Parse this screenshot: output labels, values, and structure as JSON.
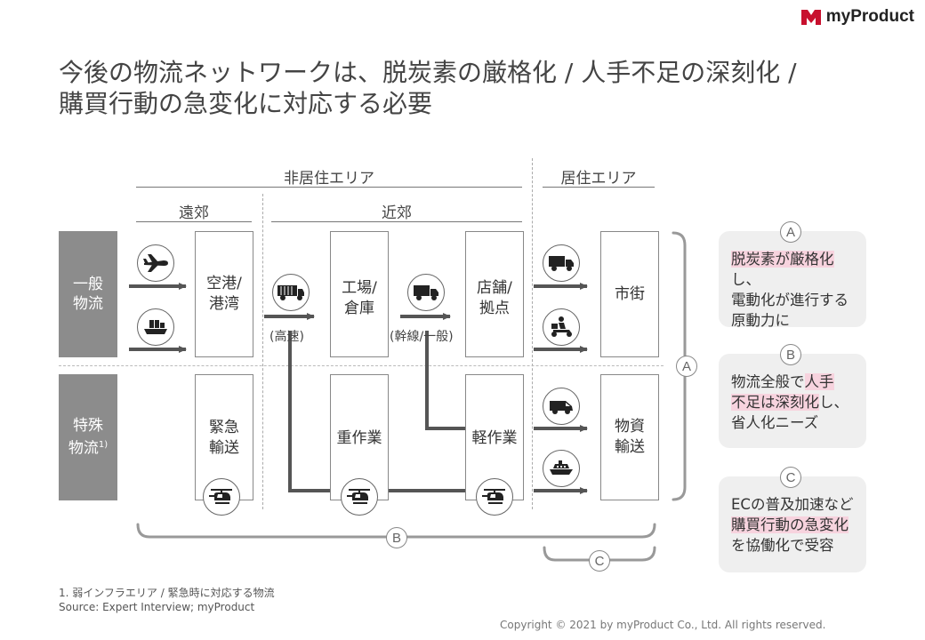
{
  "brand": {
    "name": "myProduct",
    "color": "#c8102e"
  },
  "title": {
    "line1": "今後の物流ネットワークは、脱炭素の厳格化 / 人手不足の深刻化 /",
    "line2": "購買行動の急変化に対応する必要"
  },
  "zones": {
    "non_residential": "非居住エリア",
    "residential": "居住エリア",
    "suburban_far": "遠郊",
    "suburban_near": "近郊"
  },
  "rows": {
    "general": [
      "一般",
      "物流"
    ],
    "special": [
      "特殊",
      "物流"
    ],
    "special_note": "1)"
  },
  "boxes": {
    "airport": [
      "空港/",
      "港湾"
    ],
    "factory": [
      "工場/",
      "倉庫"
    ],
    "store": [
      "店舗/",
      "拠点"
    ],
    "city": "市街",
    "emergency": [
      "緊急",
      "輸送"
    ],
    "heavy": "重作業",
    "light": "軽作業",
    "supplies": [
      "物資",
      "輸送"
    ]
  },
  "labels": {
    "highway": "(高速)",
    "trunk": "(幹線/一般)"
  },
  "icons": [
    "airplane-icon",
    "cargo-ship-icon",
    "container-truck-icon",
    "truck-icon",
    "delivery-truck-icon",
    "delivery-scooter-icon",
    "van-icon",
    "ferry-icon",
    "drone-icon"
  ],
  "letters": {
    "a": "A",
    "b": "B",
    "c": "C"
  },
  "callouts": {
    "a": {
      "hl": "脱炭素が厳格化",
      "rest1": "し、",
      "line2": "電動化が進行する",
      "line3": "原動力に"
    },
    "b": {
      "pre": "物流全般で",
      "hl1": "人手",
      "hl2": "不足は深刻化",
      "rest": "し、",
      "line3": "省人化ニーズ"
    },
    "c": {
      "line1": "ECの普及加速など",
      "hl": "購買行動の急変化",
      "line3": "を協働化で受容"
    }
  },
  "footnote": {
    "line1": "1. 弱インフラエリア / 緊急時に対応する物流",
    "line2": "Source: Expert Interview;  myProduct"
  },
  "copyright": "Copyright © 2021 by myProduct Co., Ltd.  All rights reserved.",
  "colors": {
    "gray_label": "#8c8c8c",
    "highlight": "#f7d3de",
    "callout_bg": "#efefef",
    "line": "#555555"
  }
}
